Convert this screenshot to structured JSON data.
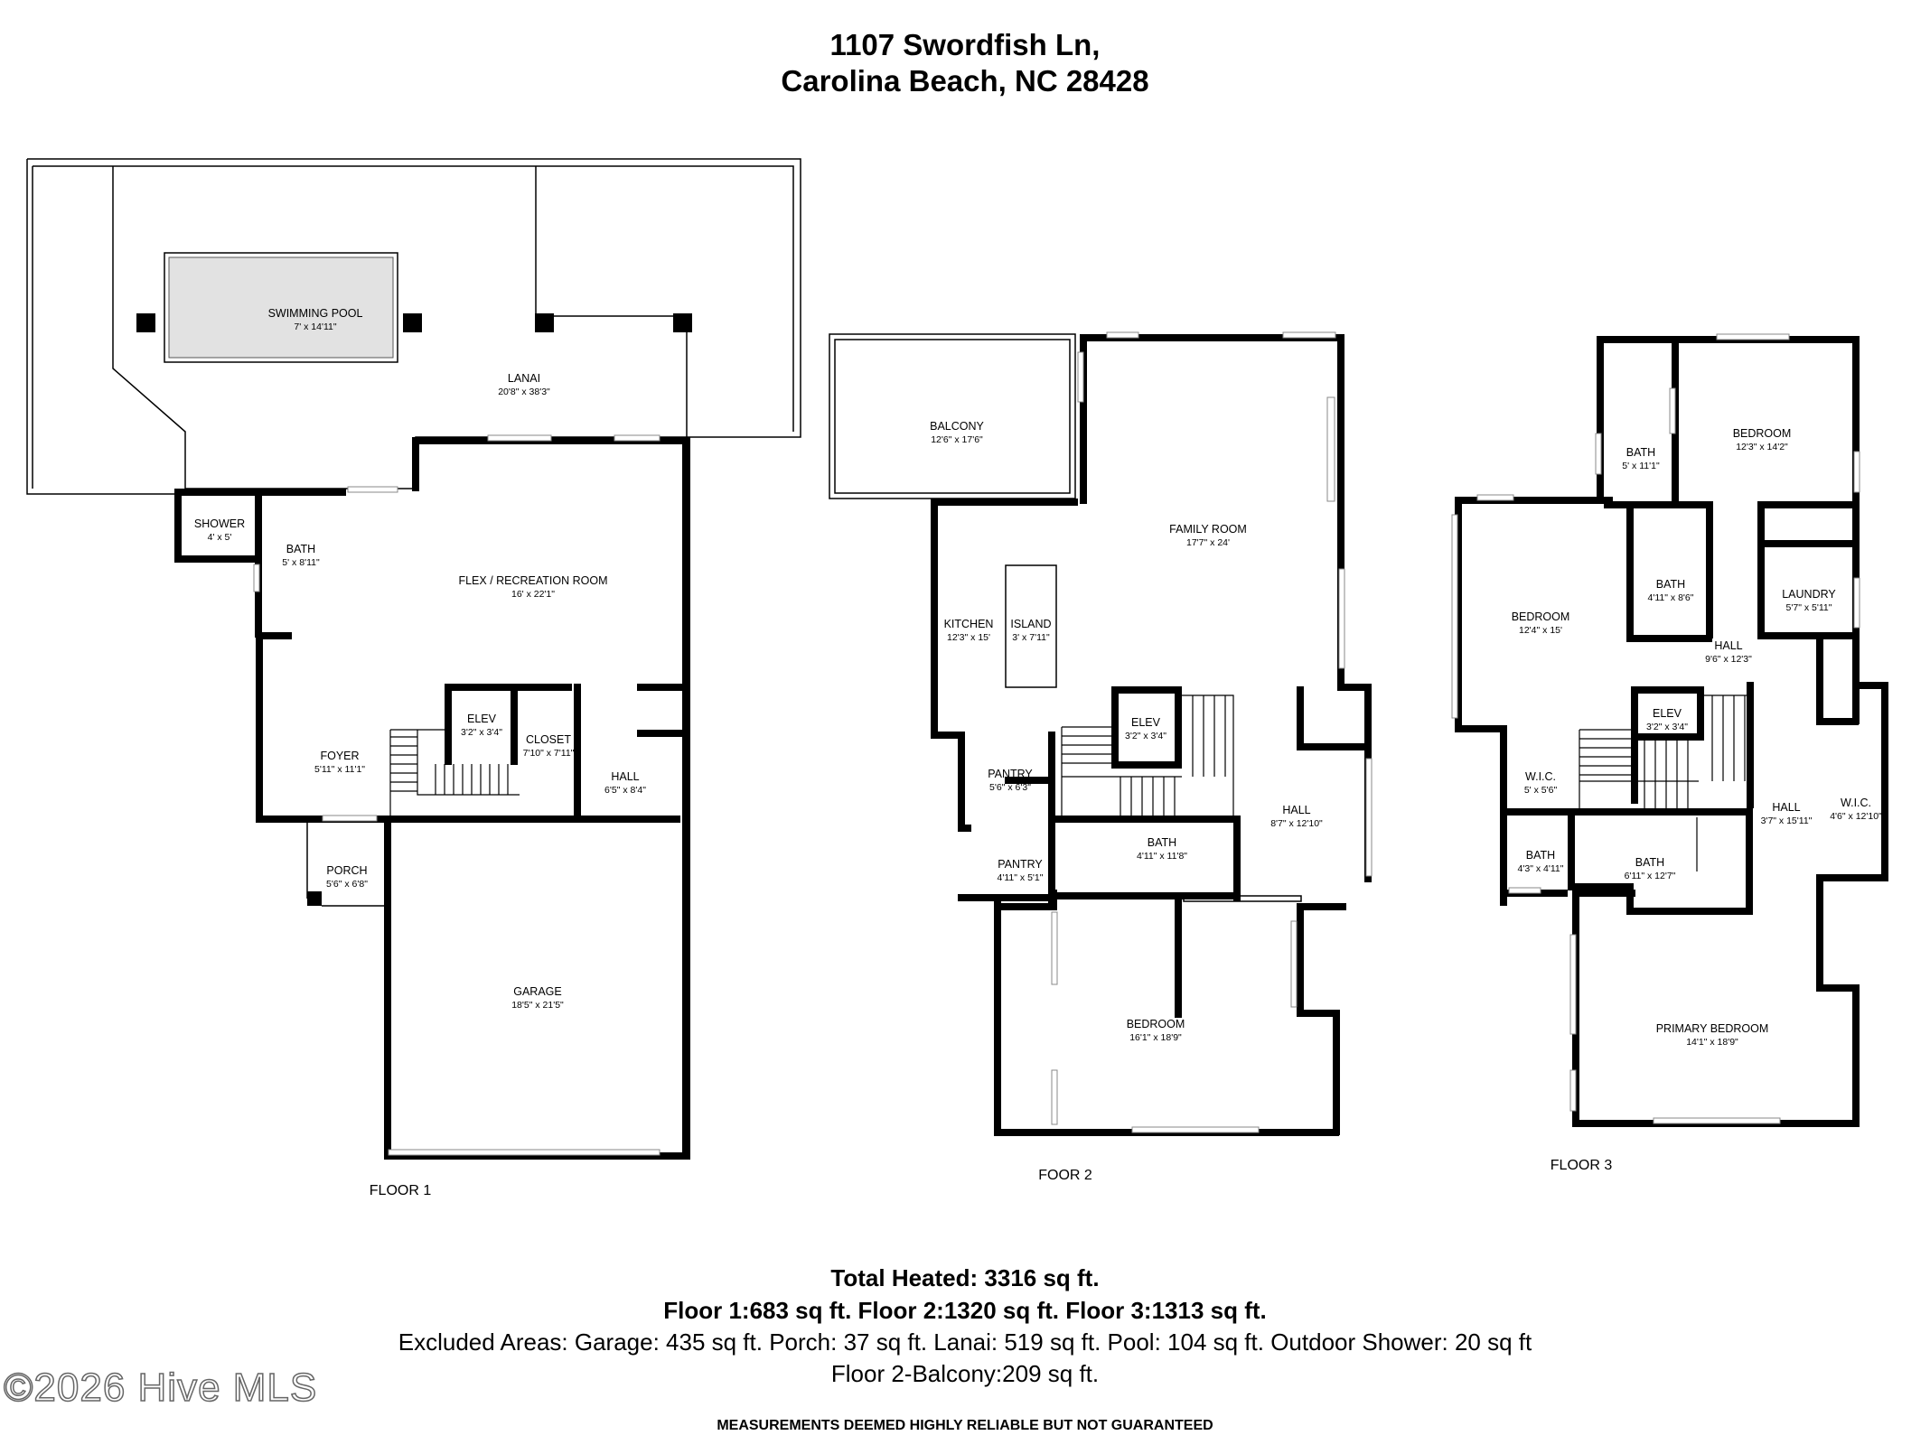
{
  "header": {
    "line1": "1107 Swordfish Ln,",
    "line2": "Carolina Beach, NC 28428"
  },
  "floors": [
    {
      "label": "FLOOR 1",
      "rooms": [
        {
          "name": "SWIMMING POOL",
          "dim": "7' x 14'11\""
        },
        {
          "name": "LANAI",
          "dim": "20'8\" x 38'3\""
        },
        {
          "name": "SHOWER",
          "dim": "4' x 5'"
        },
        {
          "name": "BATH",
          "dim": "5' x 8'11\""
        },
        {
          "name": "FLEX / RECREATION ROOM",
          "dim": "16' x 22'1\""
        },
        {
          "name": "ELEV",
          "dim": "3'2\" x 3'4\""
        },
        {
          "name": "CLOSET",
          "dim": "7'10\" x 7'11\""
        },
        {
          "name": "FOYER",
          "dim": "5'11\" x 11'1\""
        },
        {
          "name": "HALL",
          "dim": "6'5\" x 8'4\""
        },
        {
          "name": "PORCH",
          "dim": "5'6\" x 6'8\""
        },
        {
          "name": "GARAGE",
          "dim": "18'5\" x 21'5\""
        }
      ]
    },
    {
      "label": "FOOR 2",
      "rooms": [
        {
          "name": "BALCONY",
          "dim": "12'6\" x 17'6\""
        },
        {
          "name": "FAMILY ROOM",
          "dim": "17'7\" x 24'"
        },
        {
          "name": "KITCHEN",
          "dim": "12'3\" x 15'"
        },
        {
          "name": "ISLAND",
          "dim": "3' x 7'11\""
        },
        {
          "name": "ELEV",
          "dim": "3'2\" x 3'4\""
        },
        {
          "name": "PANTRY",
          "dim": "5'6\" x 6'3\""
        },
        {
          "name": "PANTRY",
          "dim": "4'11\" x 5'1\""
        },
        {
          "name": "BATH",
          "dim": "4'11\" x 11'8\""
        },
        {
          "name": "HALL",
          "dim": "8'7\" x 12'10\""
        },
        {
          "name": "BEDROOM",
          "dim": "16'1\" x 18'9\""
        }
      ]
    },
    {
      "label": "FLOOR 3",
      "rooms": [
        {
          "name": "BATH",
          "dim": "5' x 11'1\""
        },
        {
          "name": "BEDROOM",
          "dim": "12'3\" x 14'2\""
        },
        {
          "name": "BEDROOM",
          "dim": "12'4\" x 15'"
        },
        {
          "name": "BATH",
          "dim": "4'11\" x 8'6\""
        },
        {
          "name": "LAUNDRY",
          "dim": "5'7\" x 5'11\""
        },
        {
          "name": "HALL",
          "dim": "9'6\" x 12'3\""
        },
        {
          "name": "ELEV",
          "dim": "3'2\" x 3'4\""
        },
        {
          "name": "W.I.C.",
          "dim": "5' x 5'6\""
        },
        {
          "name": "W.I.C.",
          "dim": "4'6\" x 12'10\""
        },
        {
          "name": "HALL",
          "dim": "3'7\" x 15'11\""
        },
        {
          "name": "BATH",
          "dim": "4'3\" x 4'11\""
        },
        {
          "name": "BATH",
          "dim": "6'11\" x 12'7\""
        },
        {
          "name": "PRIMARY BEDROOM",
          "dim": "14'1\" x 18'9\""
        }
      ]
    }
  ],
  "summary": {
    "total": "Total Heated: 3316 sq ft.",
    "floors": "Floor 1:683 sq ft. Floor 2:1320 sq ft. Floor 3:1313 sq ft.",
    "excluded": "Excluded Areas: Garage: 435 sq ft. Porch: 37 sq ft. Lanai: 519 sq ft. Pool: 104 sq ft. Outdoor Shower: 20 sq ft",
    "balcony": "Floor 2-Balcony:209 sq ft."
  },
  "disclaimer": "MEASUREMENTS DEEMED HIGHLY RELIABLE BUT NOT GUARANTEED",
  "watermark": "©2026 Hive MLS"
}
